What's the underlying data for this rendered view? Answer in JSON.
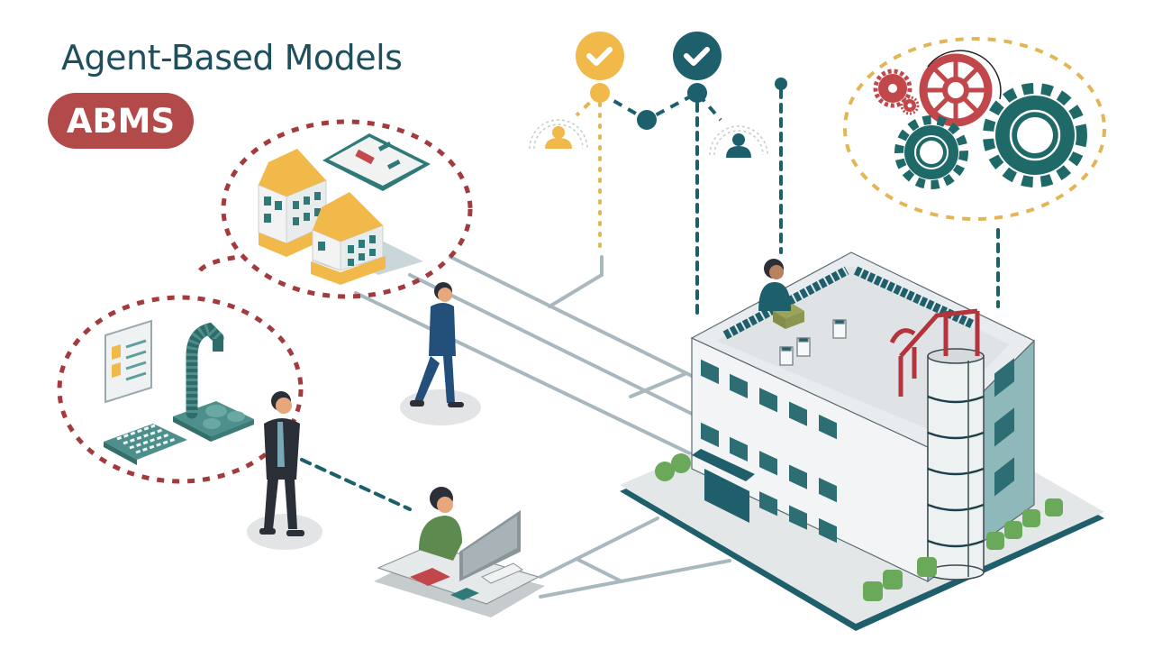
{
  "header": {
    "title": "Agent-Based Models",
    "badge": "ABMS"
  },
  "colors": {
    "title": "#1f4e5c",
    "badge_bg": "#b24a4a",
    "teal": "#1d5f6b",
    "yellow": "#f0b94a",
    "red_dash": "#a33a3e",
    "gold_dash": "#e3b655",
    "path_gray": "#a9b8bf",
    "building_side": "#8fb8bb",
    "shrub_green": "#6aa85a"
  },
  "network": {
    "nodes": [
      {
        "name": "check-node-yellow",
        "icon": "checkmark-icon",
        "color": "#f0b94a"
      },
      {
        "name": "check-node-teal",
        "icon": "checkmark-icon",
        "color": "#1d5f6b"
      },
      {
        "name": "agent-node-yellow",
        "icon": "person-icon",
        "color": "#f0b94a"
      },
      {
        "name": "agent-node-teal",
        "icon": "person-icon",
        "color": "#1d5f6b"
      }
    ]
  },
  "clusters": [
    {
      "name": "housing-cluster",
      "contents": [
        "house",
        "house",
        "floor-plan-tablet"
      ]
    },
    {
      "name": "lab-cluster",
      "contents": [
        "dashboard-panel",
        "robotic-arm",
        "keypad"
      ]
    },
    {
      "name": "gears-cluster",
      "contents": [
        "red-gear-small",
        "red-gear-small",
        "red-steering-gear",
        "teal-gear",
        "teal-gear"
      ]
    }
  ],
  "agents": [
    {
      "name": "walking-businessman",
      "suit": "#22507a"
    },
    {
      "name": "standing-businessman",
      "suit": "#2b2f38"
    },
    {
      "name": "computer-operator",
      "shirt": "#5d8a4e"
    },
    {
      "name": "rooftop-worker",
      "shirt": "#1d5f6b"
    }
  ],
  "building": {
    "name": "central-facility",
    "floors": 3
  }
}
